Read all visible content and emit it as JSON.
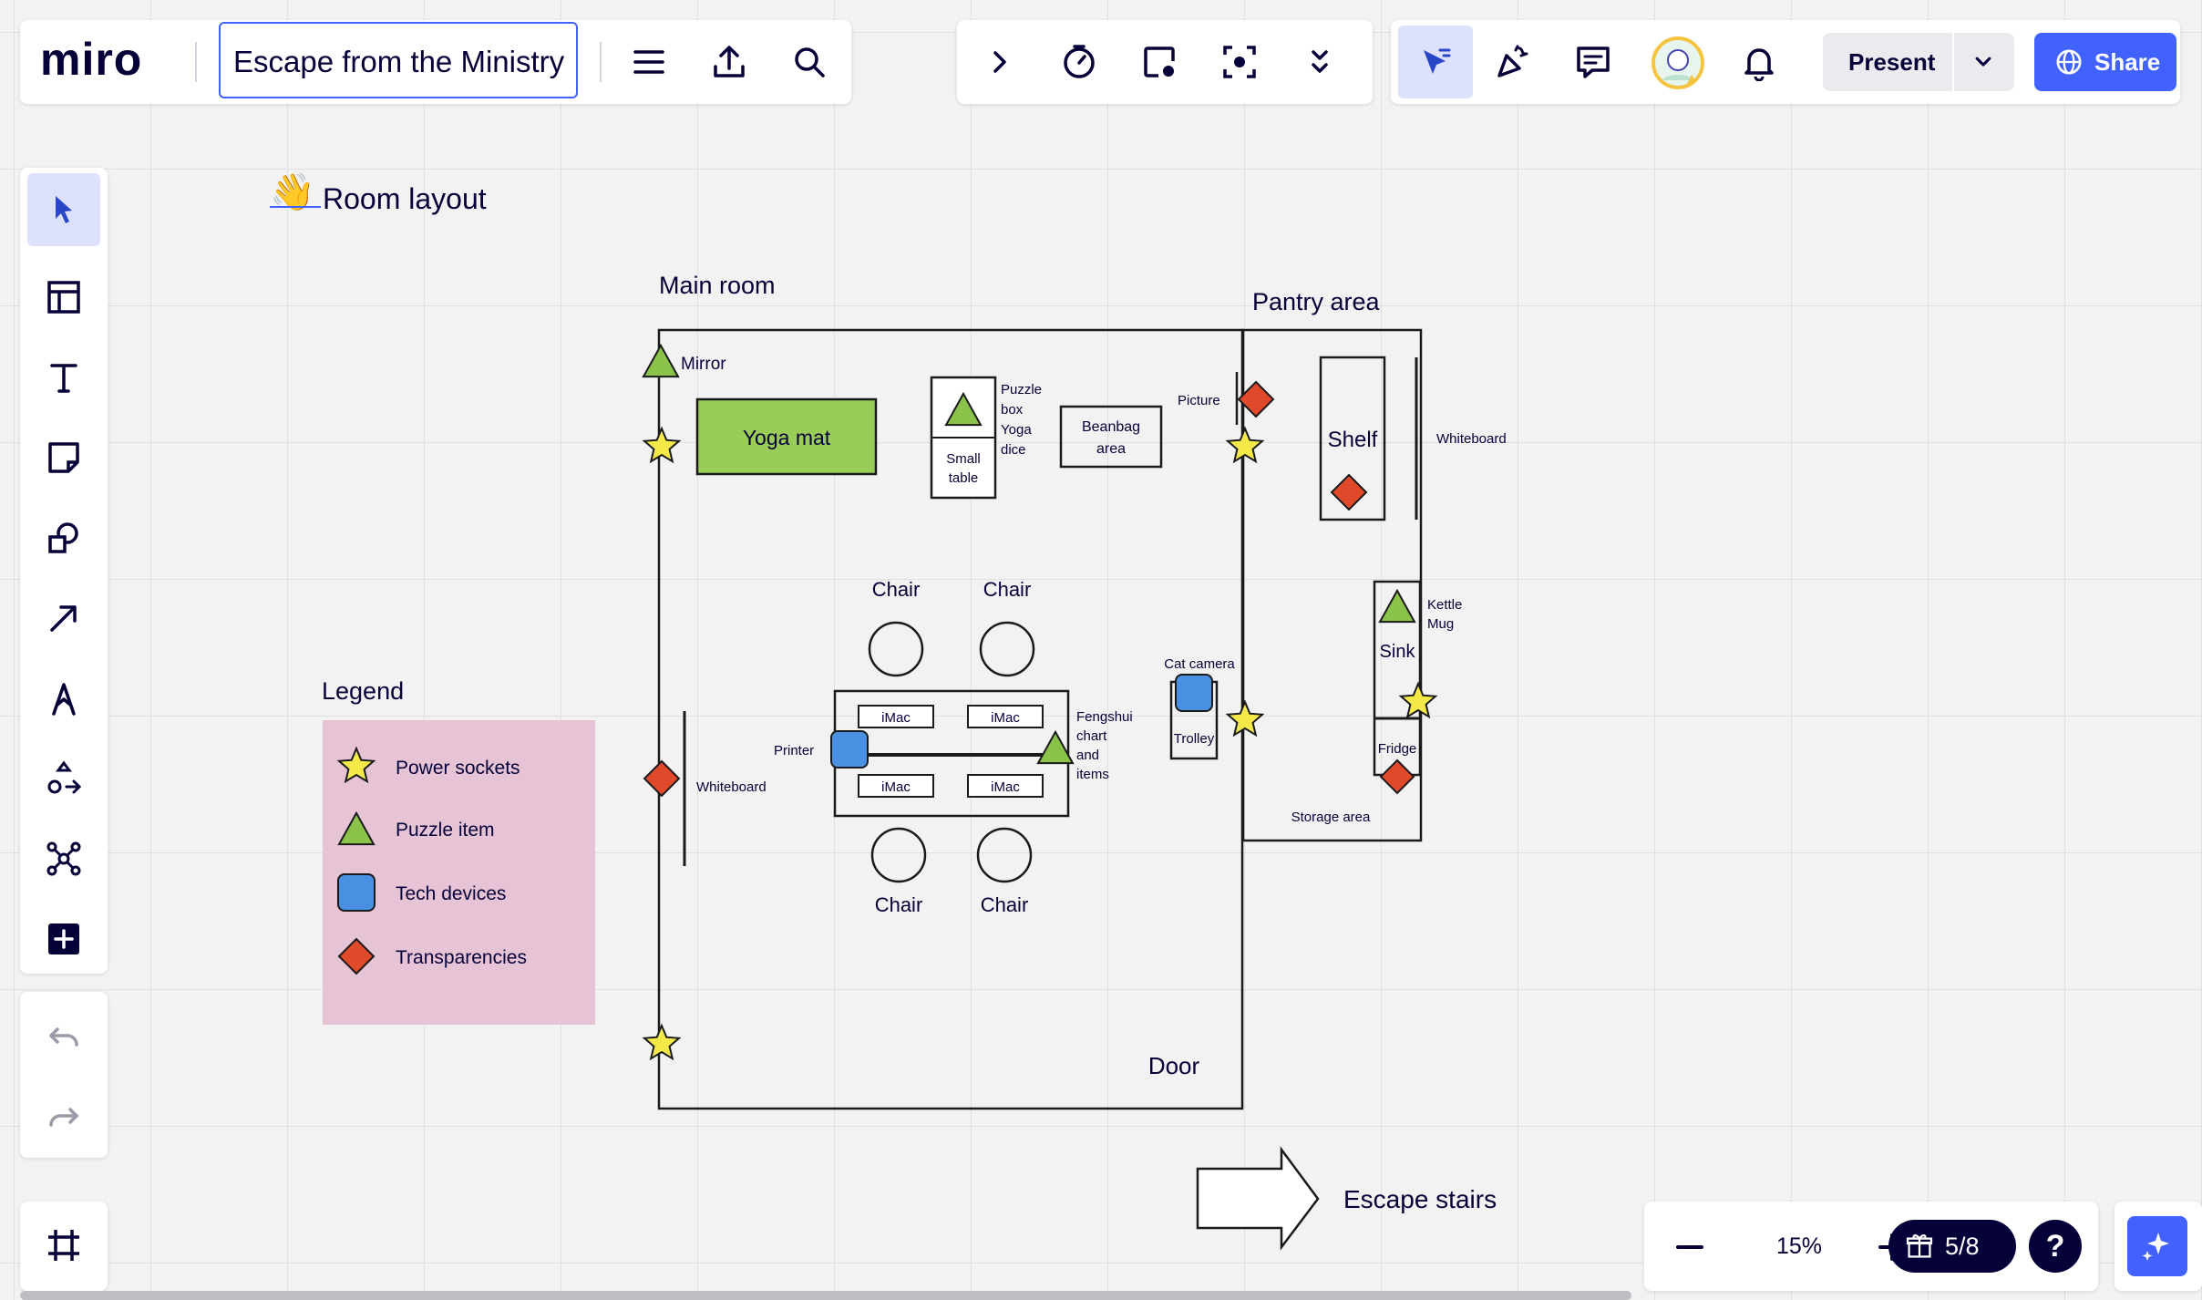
{
  "app": {
    "logo": "miro",
    "board_title": "Escape from the Ministry"
  },
  "toolbar_top": {
    "icons": [
      "menu-icon",
      "export-icon",
      "search-icon"
    ],
    "collab_icons": [
      "chevron-right-icon",
      "timer-icon",
      "voting-icon",
      "focus-icon",
      "more-down-icon"
    ],
    "reaction_icons": [
      "cursor-icon",
      "celebrate-icon",
      "comment-icon",
      "avatar",
      "bell-icon"
    ],
    "present_label": "Present",
    "share_label": "Share"
  },
  "board": {
    "heading_emoji": "👋",
    "heading": "Room layout",
    "main_room_label": "Main room",
    "pantry_label": "Pantry area",
    "legend_title": "Legend",
    "legend_items": [
      {
        "shape": "star",
        "label": "Power sockets"
      },
      {
        "shape": "triangle",
        "label": "Puzzle item"
      },
      {
        "shape": "square",
        "label": "Tech devices"
      },
      {
        "shape": "diamond",
        "label": "Transparencies"
      }
    ],
    "labels": {
      "mirror": "Mirror",
      "yoga_mat": "Yoga mat",
      "puzzle": [
        "Puzzle",
        "box",
        "Yoga",
        "dice"
      ],
      "small_table": [
        "Small",
        "table"
      ],
      "beanbag": [
        "Beanbag",
        "area"
      ],
      "picture": "Picture",
      "shelf": "Shelf",
      "whiteboard_right": "Whiteboard",
      "kettle": [
        "Kettle",
        "Mug"
      ],
      "sink": "Sink",
      "fridge": "Fridge",
      "storage": "Storage area",
      "cat_camera": "Cat camera",
      "trolley": "Trolley",
      "chair": "Chair",
      "imac": "iMac",
      "printer": "Printer",
      "fengshui": [
        "Fengshui",
        "chart",
        "and",
        "items"
      ],
      "whiteboard_left": "Whiteboard",
      "door": "Door",
      "escape": "Escape stairs"
    }
  },
  "zoom": {
    "level": "15%"
  },
  "gift_progress": "5/8",
  "help": "?",
  "colors": {
    "accent": "#4262ff",
    "yoga": "#9acd58",
    "legend_bg": "#e6c4d6",
    "star": "#f5e94a",
    "triangle": "#8bc34a",
    "square": "#4a90e2",
    "diamond": "#e04a2a"
  }
}
